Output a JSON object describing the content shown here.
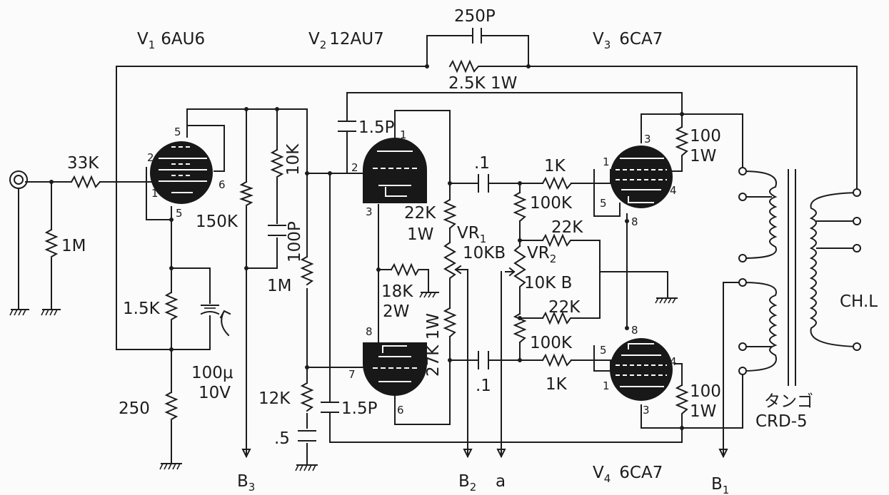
{
  "tubes": {
    "v1": {
      "label": "V",
      "sub": "1",
      "type": "6AU6"
    },
    "v2": {
      "label": "V",
      "sub": "2",
      "type": "12AU7"
    },
    "v3": {
      "label": "V",
      "sub": "3",
      "type": "6CA7"
    },
    "v4": {
      "label": "V",
      "sub": "4",
      "type": "6CA7"
    }
  },
  "components": {
    "c_fb": "250P",
    "r_fb": "2.5K 1W",
    "r_in": "33K",
    "r_grid": "1M",
    "r_k1": "1.5K",
    "c_k1_a": "100μ",
    "c_k1_b": "10V",
    "r_250": "250",
    "r_150k": "150K",
    "r_10k": "10K",
    "c_100p": "100P",
    "r_1m2": "1M",
    "r_12k": "12K",
    "c_5": ".5",
    "c_15p_top": "1.5P",
    "c_15p_bot": "1.5P",
    "r_22k1w_a": "22K",
    "r_22k1w_b": "1W",
    "vr1": "VR",
    "vr1_sub": "1",
    "vr1_val": "10KB",
    "r_18k_a": "18K",
    "r_18k_b": "2W",
    "r_27k": "27K 1W",
    "c_1_top": ".1",
    "c_1_bot": ".1",
    "r_1k_top": "1K",
    "r_100k_top": "100K",
    "r_22k_top": "22K",
    "vr2": "VR",
    "vr2_sub": "2",
    "vr2_val": "10K B",
    "r_22k_bot": "22K",
    "r_100k_bot": "100K",
    "r_1k_bot": "1K",
    "r_100_top_a": "100",
    "r_100_top_b": "1W",
    "r_100_bot_a": "100",
    "r_100_bot_b": "1W",
    "transformer_a": "タンゴ",
    "transformer_b": "CRD-5",
    "output": "CH.L"
  },
  "pins": {
    "v1": [
      "5",
      "2",
      "6",
      "1",
      "5"
    ],
    "v2": [
      "1",
      "2",
      "3",
      "8",
      "7",
      "6"
    ],
    "v3": [
      "3",
      "1",
      "5",
      "4",
      "8"
    ],
    "v4": [
      "8",
      "5",
      "1",
      "4",
      "3"
    ]
  },
  "rails": {
    "b1": "B",
    "b1_sub": "1",
    "b2": "B",
    "b2_sub": "2",
    "b3": "B",
    "b3_sub": "3",
    "a": "a"
  }
}
